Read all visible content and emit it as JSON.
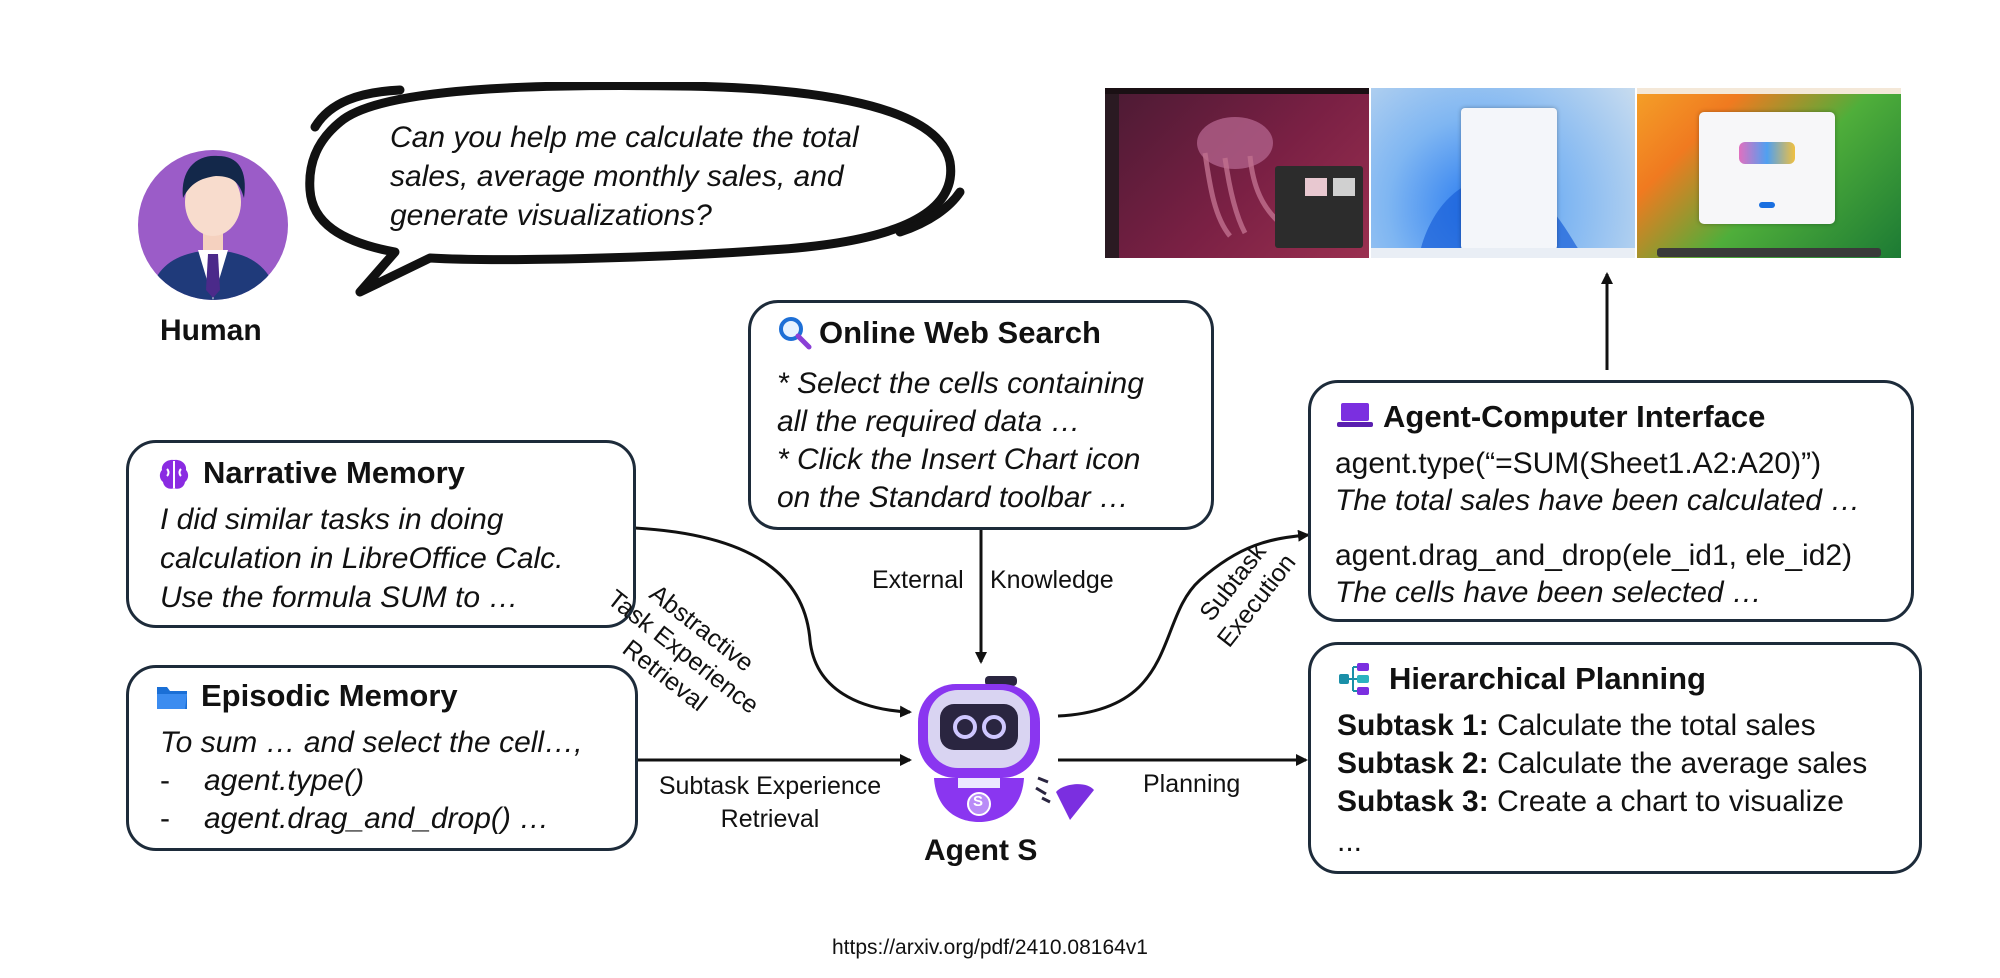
{
  "human": {
    "label": "Human",
    "speech": [
      "Can you help me calculate the total",
      "sales, average monthly sales, and",
      "generate visualizations?"
    ]
  },
  "narrative_memory": {
    "title": "Narrative Memory",
    "icon": "brain-icon",
    "lines": [
      "I did similar tasks in doing",
      "calculation in LibreOffice Calc.",
      "Use the formula SUM to …"
    ]
  },
  "episodic_memory": {
    "title": "Episodic Memory",
    "icon": "folder-icon",
    "lines": [
      "To sum … and select the cell…,",
      "agent.type()",
      "agent.drag_and_drop() …"
    ],
    "bullet": "-"
  },
  "web_search": {
    "title": "Online Web Search",
    "icon": "search-icon",
    "lines": [
      "* Select the cells containing",
      "all the required data …",
      "* Click the Insert Chart icon",
      "on the Standard toolbar …"
    ]
  },
  "aci": {
    "title": "Agent-Computer Interface",
    "icon": "laptop-icon",
    "code1": "agent.type(“=SUM(Sheet1.A2:A20)”)",
    "result1": "The total sales have been calculated …",
    "code2": "agent.drag_and_drop(ele_id1, ele_id2)",
    "result2": "The cells have been selected …"
  },
  "planning": {
    "title": "Hierarchical Planning",
    "icon": "hierarchy-icon",
    "subtasks": [
      {
        "label": "Subtask 1:",
        "text": "Calculate the total sales"
      },
      {
        "label": "Subtask 2:",
        "text": "Calculate the average sales"
      },
      {
        "label": "Subtask 3:",
        "text": "Create a chart to visualize"
      }
    ],
    "ellipsis": "..."
  },
  "edges": {
    "abstractive": [
      "Abstractive",
      "Task Experience",
      "Retrieval"
    ],
    "external": [
      "External",
      "Knowledge"
    ],
    "subtask_exec": [
      "Subtask",
      "Execution"
    ],
    "subtask_exp": [
      "Subtask Experience",
      "Retrieval"
    ],
    "planning": "Planning"
  },
  "agent": {
    "label": "Agent S",
    "badge": "S"
  },
  "screenshots": [
    "ubuntu-desktop",
    "windows-desktop",
    "macos-desktop"
  ],
  "footer": {
    "url": "https://arxiv.org/pdf/2410.08164v1"
  },
  "colors": {
    "border": "#1d2b3a",
    "purple": "#7b2fe0",
    "agent_purple": "#8a36f0"
  }
}
